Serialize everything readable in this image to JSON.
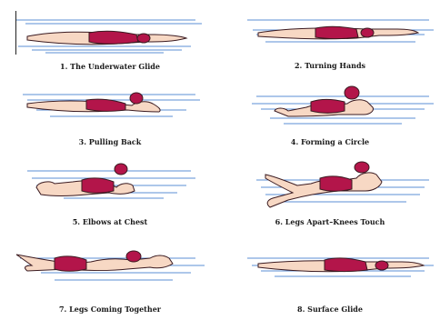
{
  "figure": {
    "colors": {
      "water": "#5b8fd6",
      "suit": "#b3154a",
      "skin": "#f7d8c4",
      "outline": "#3a1a20"
    },
    "steps": [
      {
        "caption": "1. The Underwater Glide"
      },
      {
        "caption": "2. Turning Hands"
      },
      {
        "caption": "3. Pulling Back"
      },
      {
        "caption": "4. Forming a Circle"
      },
      {
        "caption": "5. Elbows at Chest"
      },
      {
        "caption": "6. Legs Apart–Knees Touch"
      },
      {
        "caption": "7. Legs Coming Together"
      },
      {
        "caption": "8. Surface Glide"
      }
    ]
  }
}
